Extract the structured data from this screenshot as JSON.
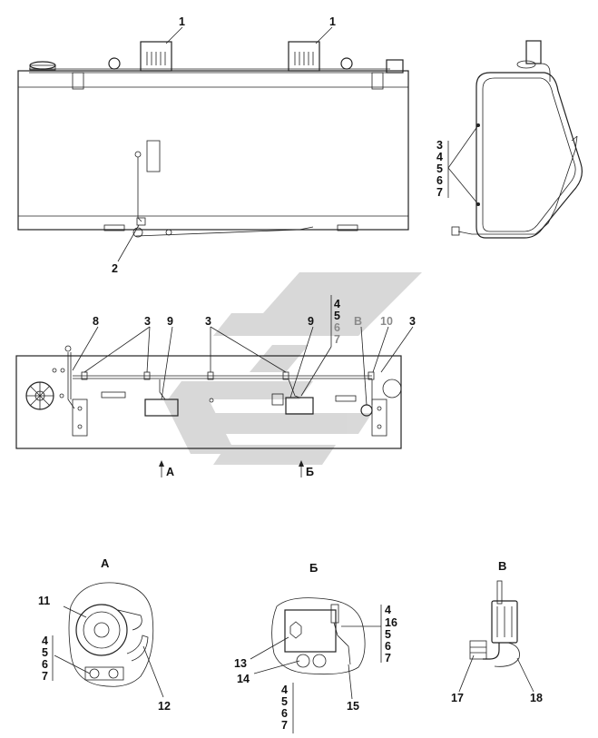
{
  "callouts_top": {
    "bracket_left": "1",
    "bracket_right": "1",
    "cable_end": "2",
    "side_stack": [
      "3",
      "4",
      "5",
      "6",
      "7"
    ]
  },
  "callouts_middle": {
    "clip_left": "8",
    "clamp_group_1": "3",
    "box_left": "9",
    "clamp_group_2": "3",
    "stack": [
      "4",
      "5",
      "6",
      "7"
    ],
    "box_right": "9",
    "view_ref_v": "В",
    "connector": "10",
    "clamp_right": "3",
    "view_a": "А",
    "view_b": "Б"
  },
  "detail_a": {
    "title": "А",
    "sensor": "11",
    "stack": [
      "4",
      "5",
      "6",
      "7"
    ],
    "tube": "12"
  },
  "detail_b": {
    "title": "Б",
    "box": "13",
    "bolt": "14",
    "stack_bottom": [
      "4",
      "5",
      "6",
      "7"
    ],
    "hose": "15",
    "stack_right": [
      "4",
      "16",
      "5",
      "6",
      "7"
    ]
  },
  "detail_v": {
    "title": "В",
    "plug": "17",
    "bend": "18"
  },
  "colors": {
    "line": "#222222",
    "watermark": "#cfcfcf",
    "gray_label": "#8a8a8a"
  }
}
